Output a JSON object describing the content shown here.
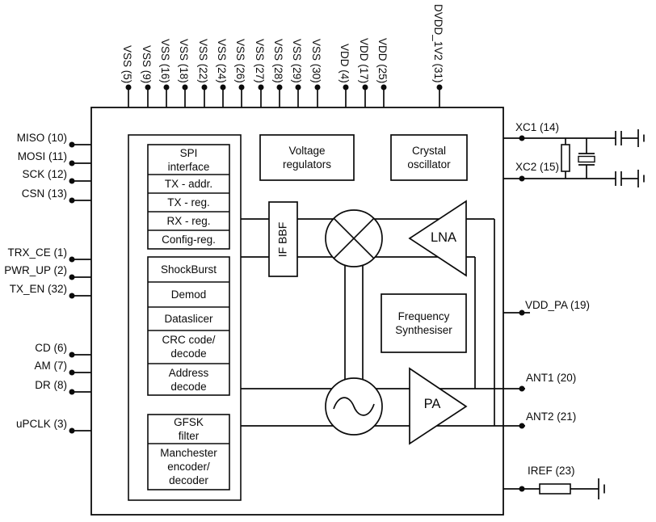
{
  "pins": {
    "top": [
      "VSS (5)",
      "VSS (9)",
      "VSS (16)",
      "VSS (18)",
      "VSS (22)",
      "VSS (24)",
      "VSS (26)",
      "VSS (27)",
      "VSS (28)",
      "VSS (29)",
      "VSS (30)",
      "VDD (4)",
      "VDD (17)",
      "VDD (25)",
      "DVDD_1V2 (31)"
    ],
    "left": [
      "MISO (10)",
      "MOSI (11)",
      "SCK (12)",
      "CSN (13)",
      "TRX_CE (1)",
      "PWR_UP (2)",
      "TX_EN (32)",
      "CD (6)",
      "AM (7)",
      "DR (8)",
      "uPCLK (3)"
    ],
    "right": [
      "XC1 (14)",
      "XC2 (15)",
      "VDD_PA (19)",
      "ANT1 (20)",
      "ANT2 (21)",
      "IREF (23)"
    ]
  },
  "blocks": {
    "spi": [
      "SPI\ninterface",
      "TX - addr.",
      "TX - reg.",
      "RX - reg.",
      "Config-reg."
    ],
    "baseband": [
      "ShockBurst",
      "Demod",
      "Dataslicer",
      "CRC code/\ndecode",
      "Address\ndecode"
    ],
    "modem": [
      "GFSK\nfilter",
      "Manchester\nencoder/\ndecoder"
    ],
    "voltage_regulators": "Voltage\nregulators",
    "crystal_oscillator": "Crystal\noscillator",
    "if_bbf": "IF BBF",
    "frequency_synthesiser": "Frequency\nSynthesiser",
    "lna": "LNA",
    "pa": "PA"
  },
  "colors": {
    "line": "#0b0b0b",
    "background": "#ffffff"
  }
}
